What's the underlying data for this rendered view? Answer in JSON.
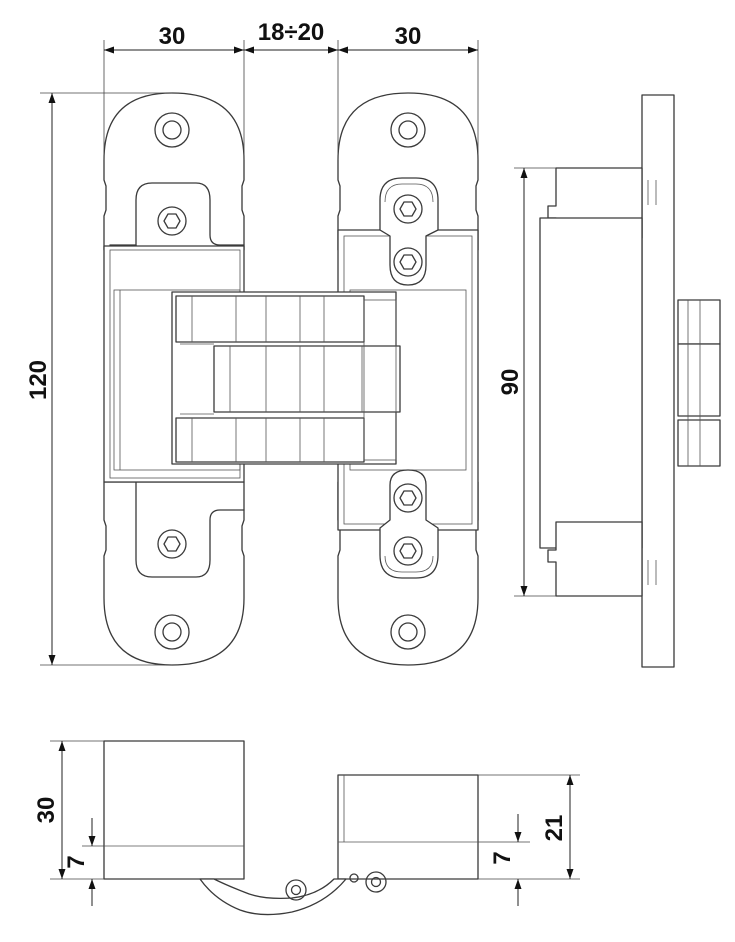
{
  "dimensions": {
    "top_left_width": "30",
    "top_gap": "18÷20",
    "top_right_width": "30",
    "overall_height": "120",
    "side_height": "90",
    "bottom_left_height": "30",
    "bottom_left_offset": "7",
    "bottom_right_height": "21",
    "bottom_right_offset": "7"
  },
  "icons": {
    "screw_hole": "screw-hole-icon",
    "hex_socket": "hex-socket-icon"
  }
}
